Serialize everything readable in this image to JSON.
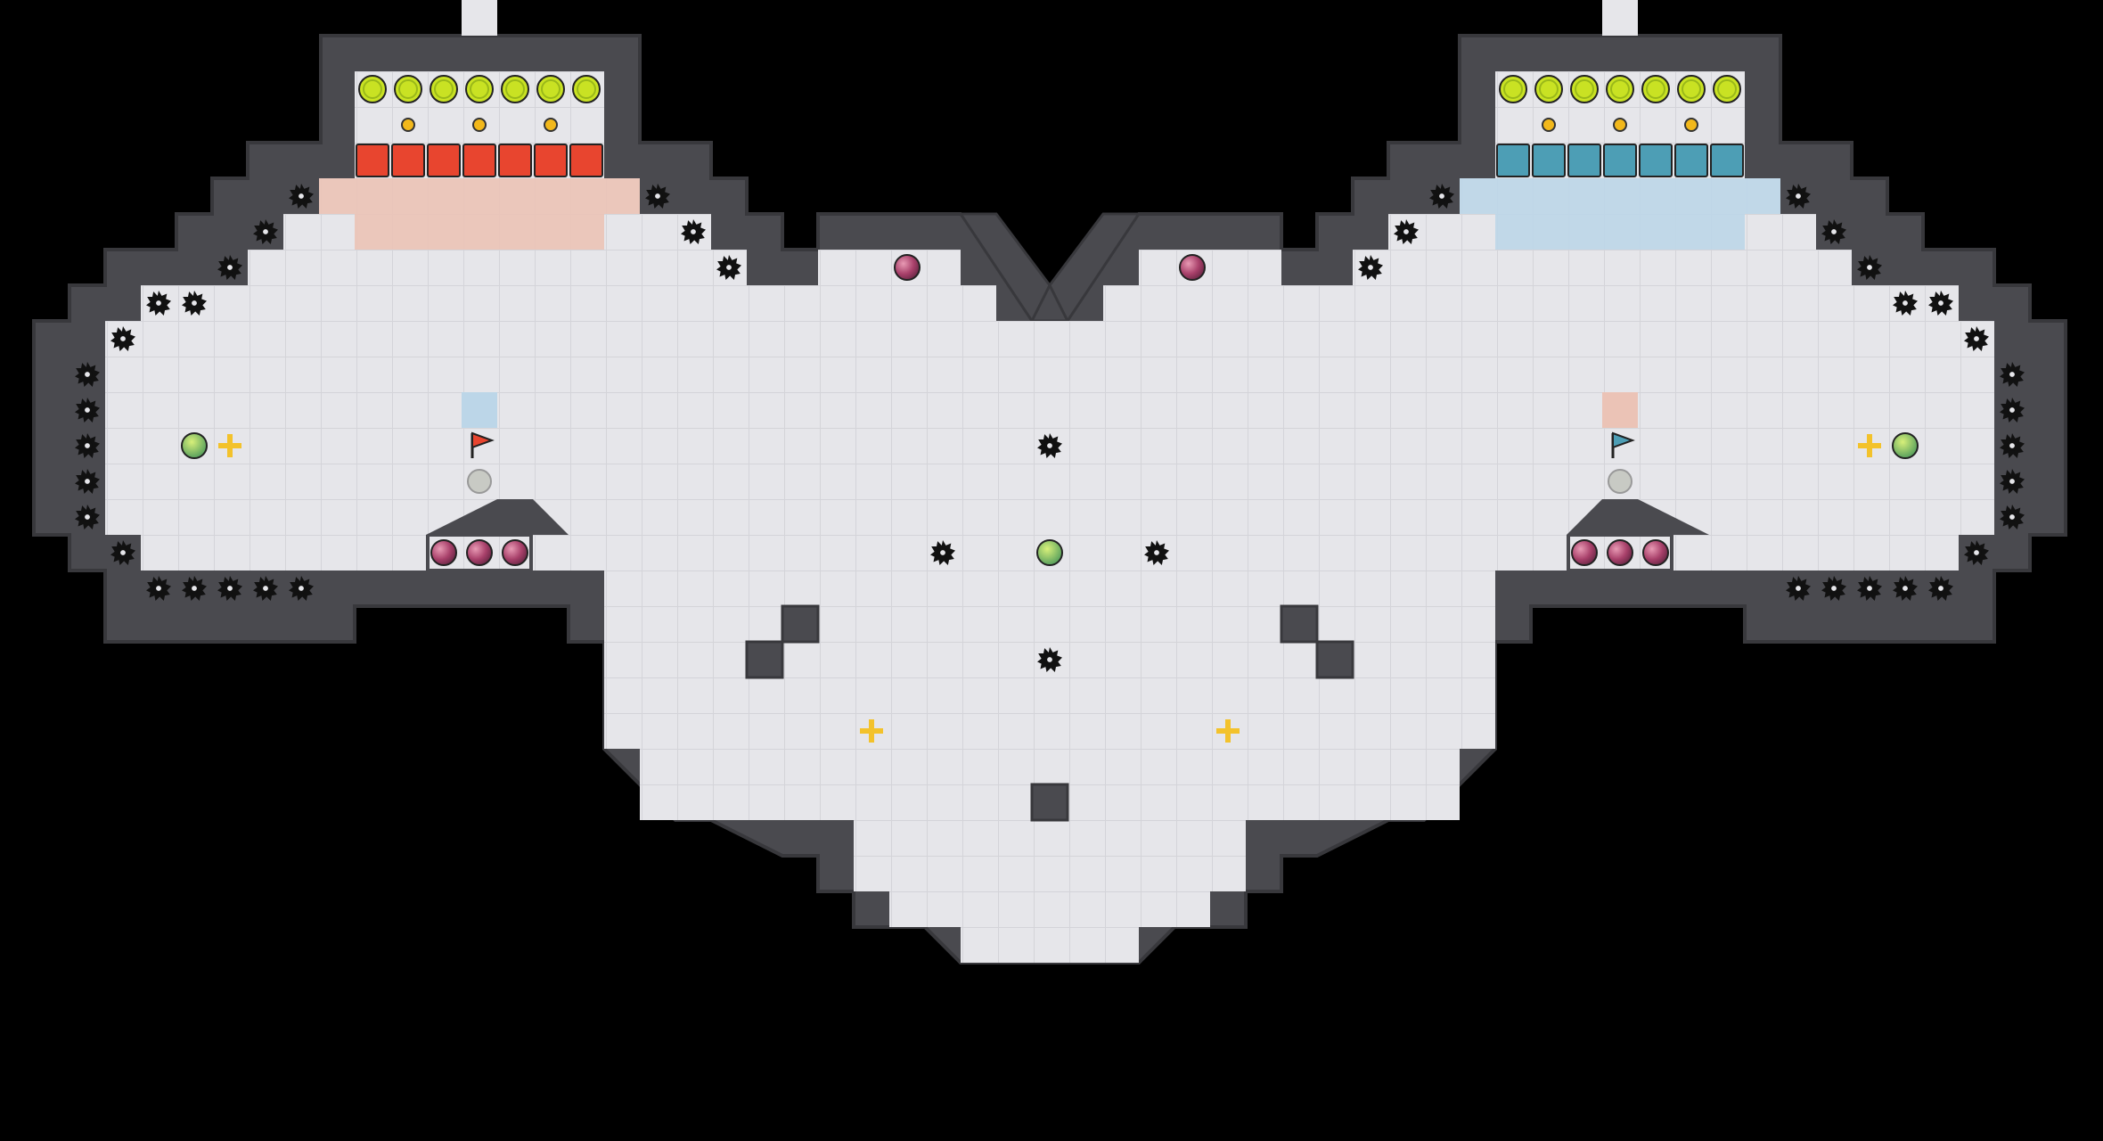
{
  "map": {
    "name": "",
    "colors": {
      "background": "#000000",
      "floor": "#e6e6ea",
      "grid": "#d4d4d9",
      "wall": "#4a4a4f",
      "wall_edge": "#38383c",
      "red_team": "#e8452f",
      "red_zone": "#ebc3b6",
      "blue_team": "#4d9eb5",
      "blue_zone": "#bcd6e8",
      "ball_red": "#a8406a",
      "powerup": "#58a86a",
      "boost": "#f3c22b",
      "spike": "#111111",
      "button": "#f2b81b",
      "bomb": "#c9e223"
    },
    "bases": [
      {
        "team": "red",
        "bombs": 7,
        "buttons": 3,
        "gates": 7
      },
      {
        "team": "blue",
        "bombs": 7,
        "buttons": 3,
        "gates": 7
      }
    ],
    "flags": [
      {
        "team": "red",
        "icon": "red-flag-icon"
      },
      {
        "team": "blue",
        "icon": "blue-flag-icon"
      }
    ],
    "spike_icon": "spike-icon",
    "boost_icon": "boost-icon",
    "powerup_icon": "powerup-icon",
    "ball_icon": "ball-icon"
  }
}
